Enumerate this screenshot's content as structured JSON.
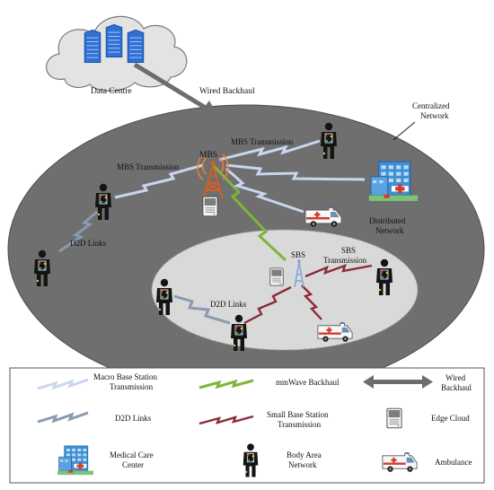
{
  "labels": {
    "data_centre": "Data Centre",
    "wired_backhaul": "Wired Backhaul",
    "centralized_network_1": "Centralized",
    "centralized_network_2": "Network",
    "mbs": "MBS",
    "mbs_transmission_top": "MBS Transmission",
    "mbs_transmission_left": "MBS Transmission",
    "distributed_network_1": "Distributed",
    "distributed_network_2": "Network",
    "d2d_links_outer": "D2D Links",
    "sbs": "SBS",
    "sbs_transmission_1": "SBS",
    "sbs_transmission_2": "Transmission",
    "d2d_links_inner": "D2D Links"
  },
  "legend": {
    "macro_1": "Macro Base Station",
    "macro_2": "Transmission",
    "mmwave": "mmWave Backhaul",
    "wired_1": "Wired",
    "wired_2": "Backhaul",
    "d2d": "D2D Links",
    "small_1": "Small Base Station",
    "small_2": "Transmission",
    "edge_cloud": "Edge Cloud",
    "medical_1": "Medical Care",
    "medical_2": "Center",
    "ban_1": "Body Area",
    "ban_2": "Network",
    "ambulance": "Ambulance"
  },
  "colors": {
    "outer_ellipse": "#6f6f6f",
    "inner_ellipse": "#d9d9d9",
    "macro_link": "#c9d6ee",
    "d2d_link": "#8a9bb0",
    "mmwave_link": "#7fb53a",
    "sbs_link": "#8a2a3a",
    "cloud_fill": "#e3e3e3",
    "server_blue": "#2f6fd6",
    "building_blue": "#3d8fd6",
    "ambulance_red": "#d23b2f"
  },
  "icons": [
    "cloud-icon",
    "server-icon",
    "tower-icon",
    "person-icon",
    "building-icon",
    "ambulance-icon",
    "edge-cloud-icon",
    "arrow-icon"
  ]
}
